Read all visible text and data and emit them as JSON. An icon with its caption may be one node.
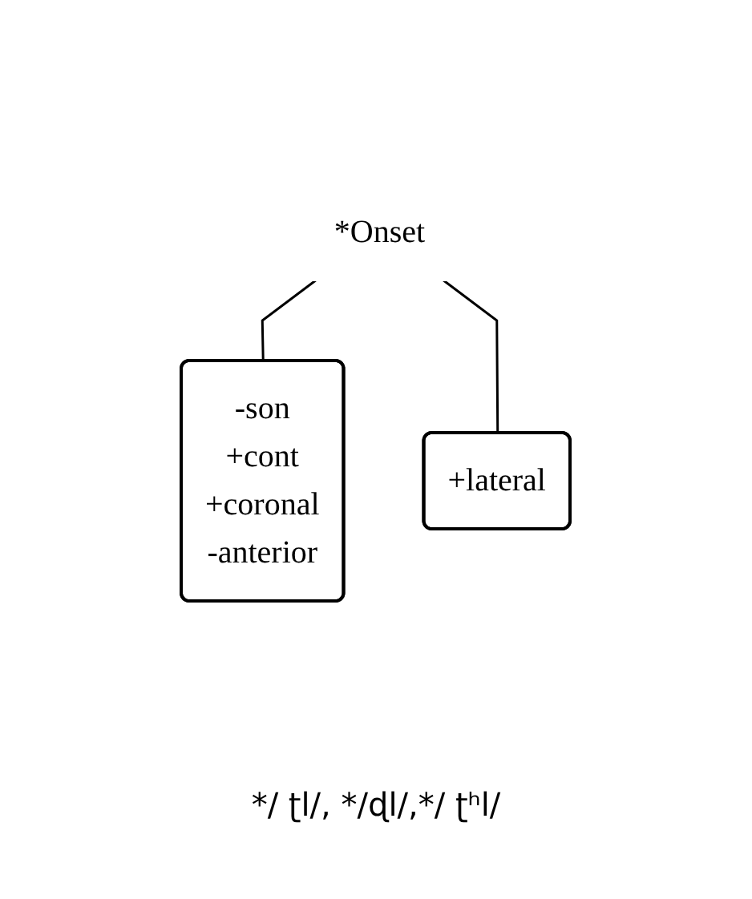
{
  "diagram": {
    "nodes": [
      {
        "text": [
          "*Onset"
        ]
      },
      {
        "text": [
          "-son +cont +coronal -anterior"
        ]
      },
      {
        "text": [
          "+lateral"
        ]
      }
    ],
    "edges": [
      {
        "from": 0,
        "to": 1,
        "arrow": "none"
      },
      {
        "from": 0,
        "to": 2,
        "arrow": "none"
      }
    ],
    "labels": [
      "*/ ʈl/, */ɖl/,*/ ʈʰl/"
    ]
  }
}
